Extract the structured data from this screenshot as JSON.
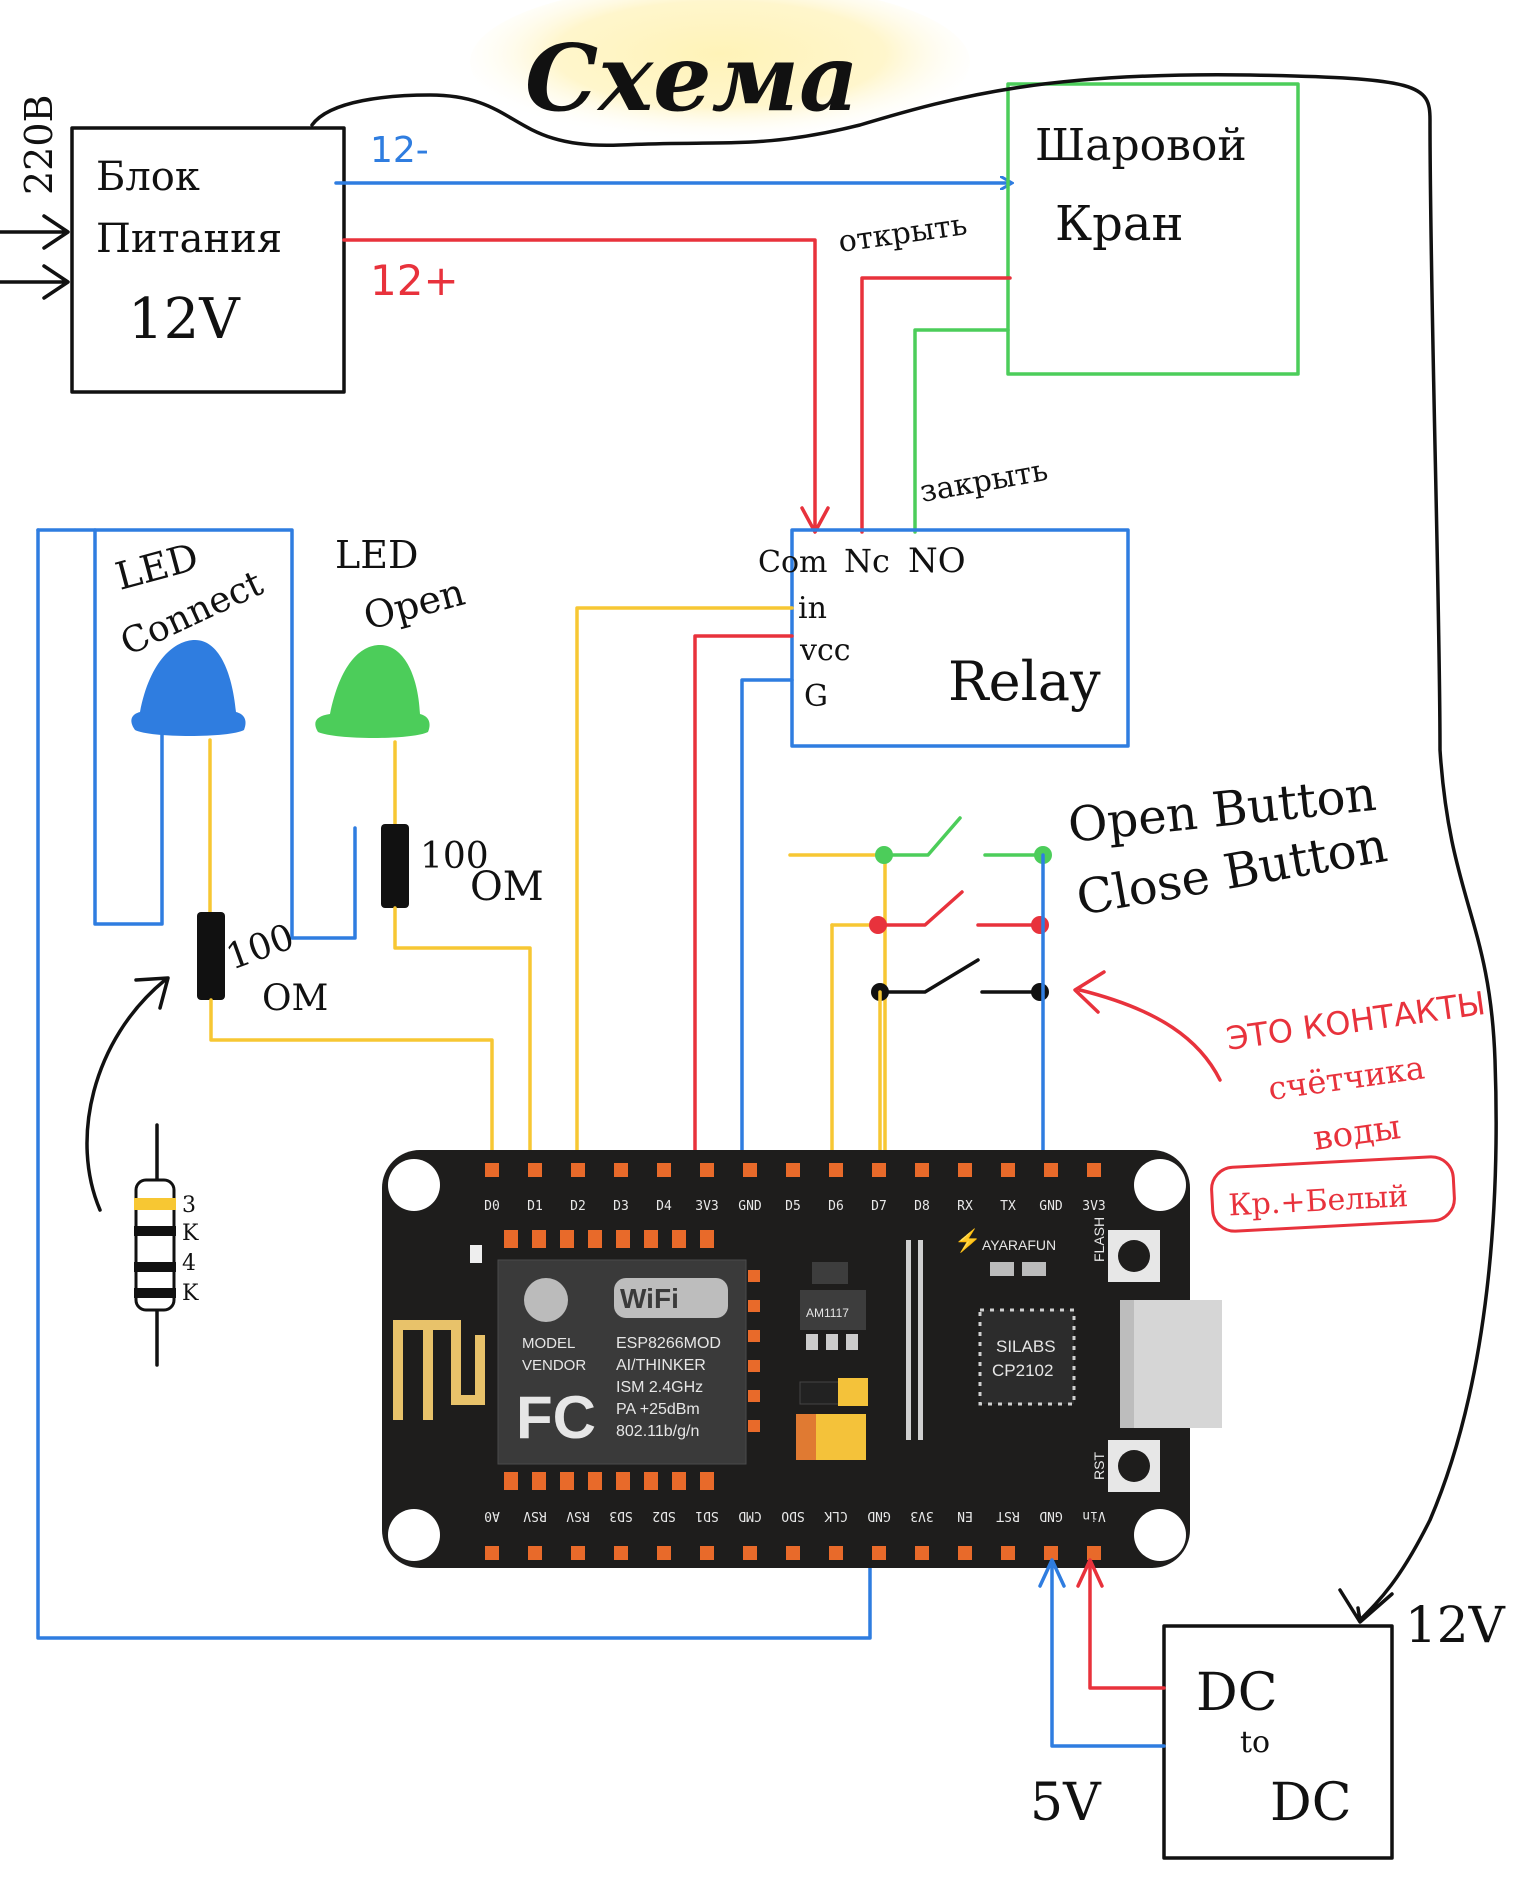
{
  "title": "Схема",
  "mains_label": "220В",
  "power_supply": {
    "line1": "Блок",
    "line2": "Питания",
    "line3": "12V"
  },
  "wire_labels": {
    "minus": "12-",
    "plus": "12+",
    "open": "открыть",
    "close": "закрыть"
  },
  "ball_valve": {
    "line1": "Шаровой",
    "line2": "Кран"
  },
  "relay": {
    "title": "Relay",
    "com": "Com",
    "nc": "Nc",
    "no": "NO",
    "in": "in",
    "vcc": "vcc",
    "g": "G"
  },
  "led_connect": {
    "line1": "LED",
    "line2": "Connect",
    "color": "#2f7de0"
  },
  "led_open": {
    "line1": "LED",
    "line2": "Open",
    "color": "#4ccd5a"
  },
  "resistor_connect": {
    "value": "100",
    "unit": "ОМ"
  },
  "resistor_open": {
    "value": "100",
    "unit": "ОМ"
  },
  "resistor_pullup": {
    "digits": [
      "3",
      "K",
      "4",
      "K"
    ]
  },
  "buttons": {
    "line1": "Open Button",
    "line2": "Close Button"
  },
  "counter_note": {
    "line1": "ЭТО КОНТАКТЫ",
    "line2": "счётчика",
    "line3": "воды",
    "boxed": "Кр.+Белый"
  },
  "dcdc": {
    "line1": "DC",
    "line2": "to",
    "line3": "DC",
    "in_voltage": "12V",
    "out_voltage": "5V"
  },
  "board": {
    "top_pins": [
      "D0",
      "D1",
      "D2",
      "D3",
      "D4",
      "3V3",
      "GND",
      "D5",
      "D6",
      "D7",
      "D8",
      "RX",
      "TX",
      "GND",
      "3V3"
    ],
    "bottom_pins": [
      "A0",
      "RSV",
      "RSV",
      "SD3",
      "SD2",
      "SD1",
      "CMD",
      "SDO",
      "CLK",
      "GND",
      "3V3",
      "EN",
      "RST",
      "GND",
      "Vin"
    ],
    "brand": "AYARAFUN",
    "flash": "FLASH",
    "rst": "RST",
    "usb_chip_line1": "SILABS",
    "usb_chip_line2": "CP2102",
    "regulator": "AM1117",
    "module_model": "MODEL",
    "module_vendor": "VENDOR",
    "module_line1": "ESP8266MOD",
    "module_line2": "AI/THINKER",
    "module_line3": "ISM 2.4GHz",
    "module_line4": "PA +25dBm",
    "module_line5": "802.11b/g/n",
    "wifi_logo": "WiFi",
    "fcc_logo": "FC"
  },
  "colors": {
    "blue_wire": "#2f7de0",
    "red_wire": "#e8323c",
    "green_wire": "#4ccd5a",
    "yellow_wire": "#f7c733",
    "board": "#1e1d1c",
    "header_pin": "#e86a2a"
  }
}
